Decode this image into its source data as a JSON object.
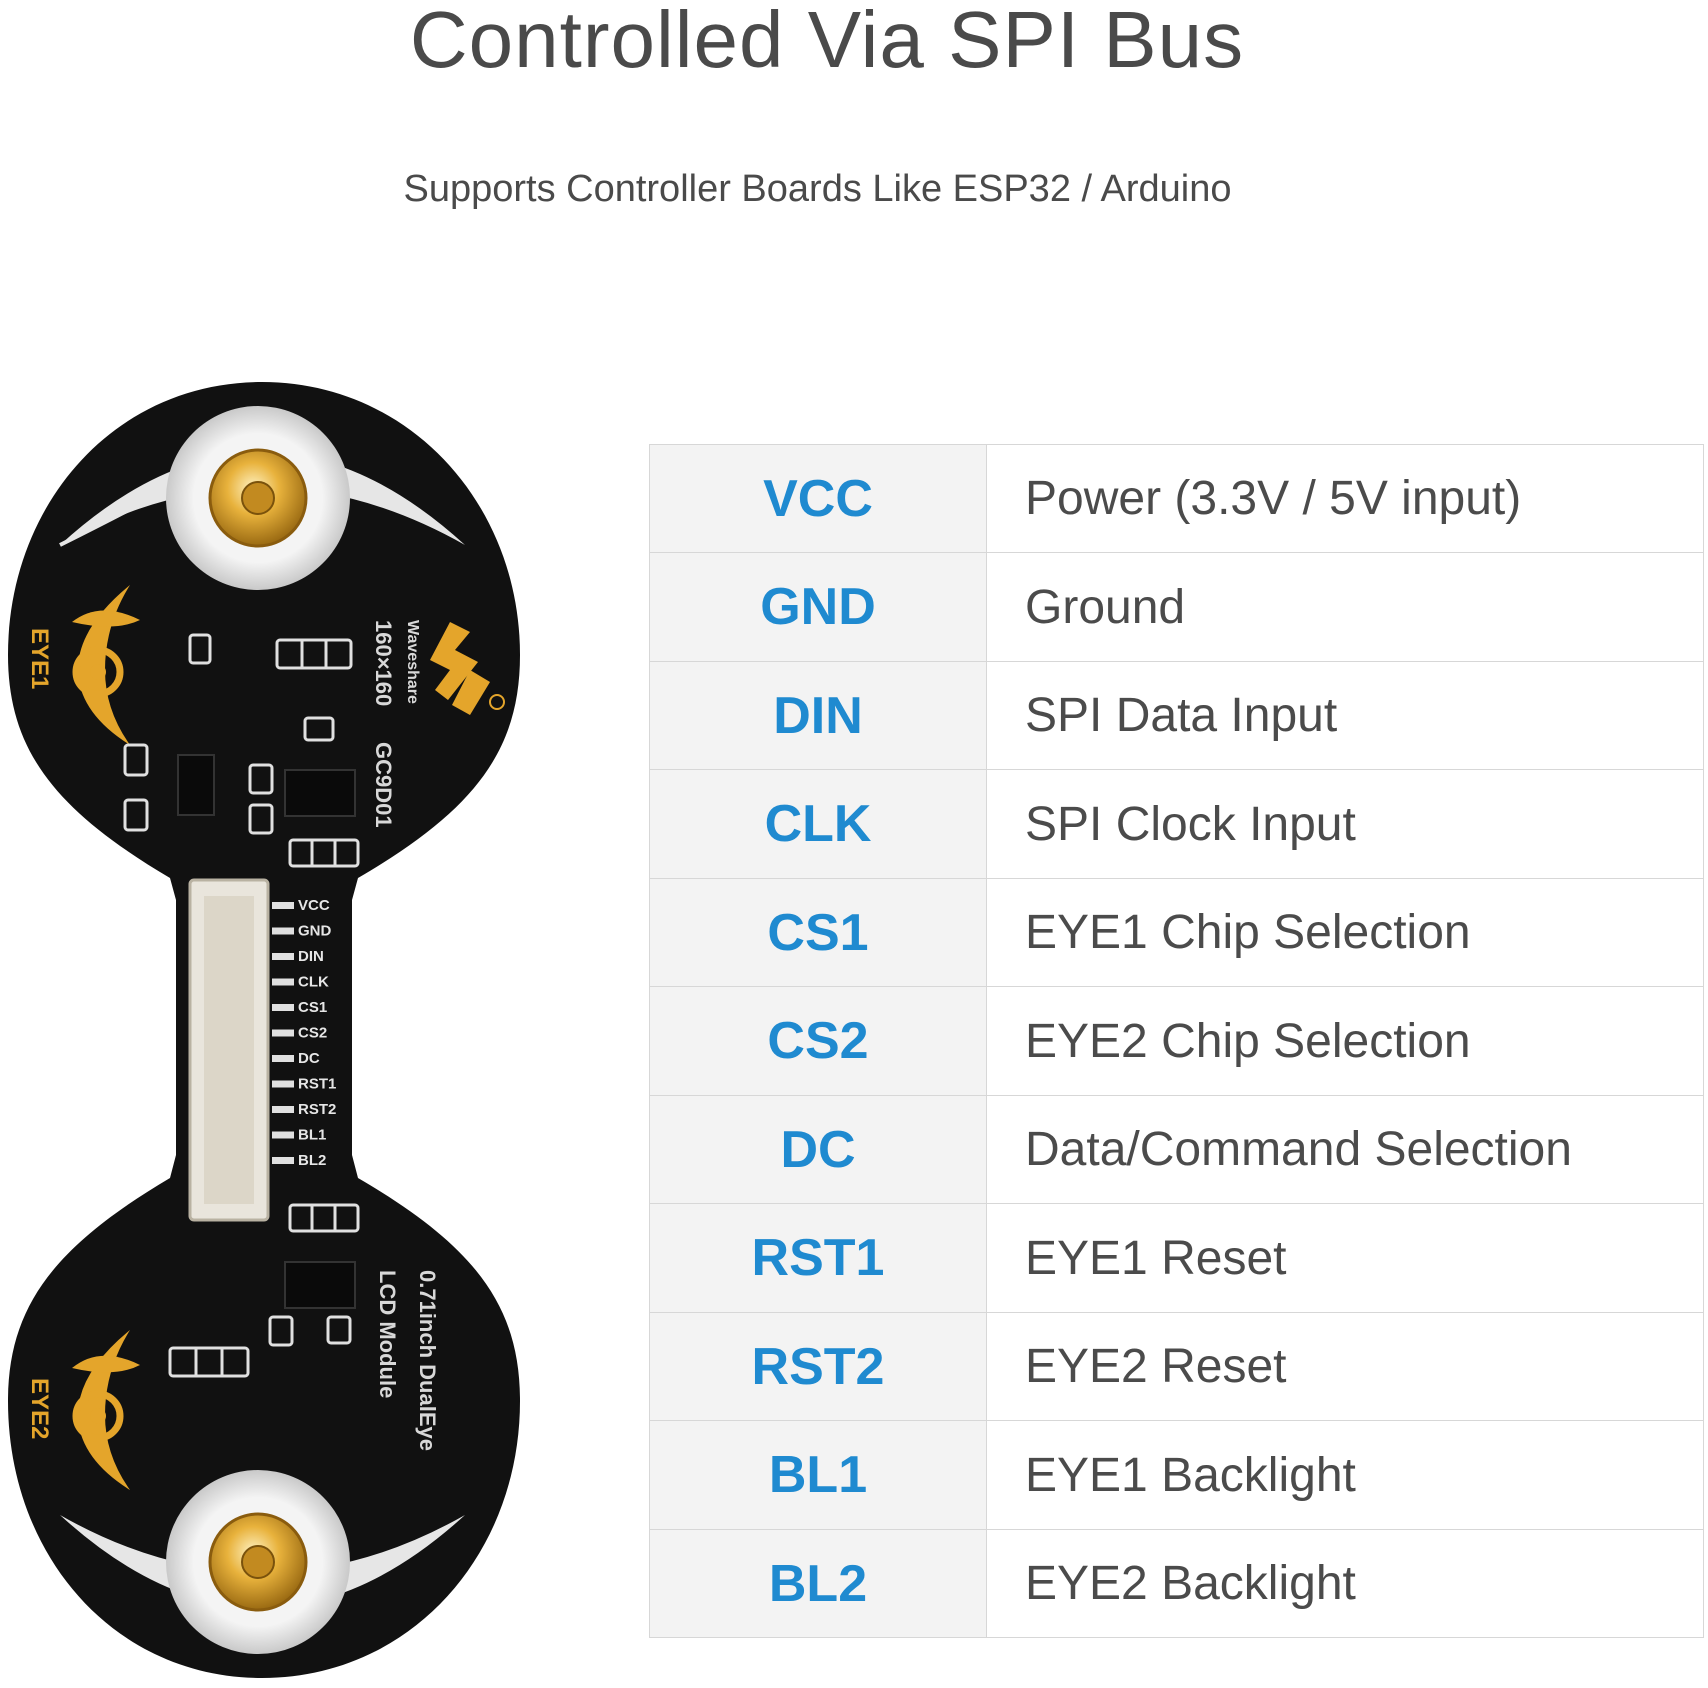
{
  "header": {
    "title": "Controlled Via SPI Bus",
    "subtitle": "Supports Controller Boards Like ESP32 / Arduino"
  },
  "board": {
    "brand": "Waveshare",
    "resolution": "160×160",
    "driver": "GC9D01",
    "product_line1": "0.71inch DualEye",
    "product_line2": "LCD Module",
    "eye1_label": "EYE1",
    "eye2_label": "EYE2",
    "header_pins": [
      "VCC",
      "GND",
      "DIN",
      "CLK",
      "CS1",
      "CS2",
      "DC",
      "RST1",
      "RST2",
      "BL1",
      "BL2"
    ],
    "colors": {
      "pcb": "#111111",
      "silk": "#e8e8e8",
      "gold": "#e4a52b",
      "connector": "#e9e5dc"
    }
  },
  "pin_table": {
    "rows": [
      {
        "pin": "VCC",
        "description": "Power (3.3V / 5V input)"
      },
      {
        "pin": "GND",
        "description": "Ground"
      },
      {
        "pin": "DIN",
        "description": "SPI Data Input"
      },
      {
        "pin": "CLK",
        "description": "SPI Clock Input"
      },
      {
        "pin": "CS1",
        "description": "EYE1 Chip Selection"
      },
      {
        "pin": "CS2",
        "description": "EYE2 Chip Selection"
      },
      {
        "pin": "DC",
        "description": "Data/Command Selection"
      },
      {
        "pin": "RST1",
        "description": "EYE1 Reset"
      },
      {
        "pin": "RST2",
        "description": "EYE2 Reset"
      },
      {
        "pin": "BL1",
        "description": "EYE1 Backlight"
      },
      {
        "pin": "BL2",
        "description": "EYE2 Backlight"
      }
    ],
    "colors": {
      "pin_text": "#1f8ad0",
      "pin_cell_bg": "#f3f3f3",
      "desc_text": "#4b4b4b"
    }
  }
}
